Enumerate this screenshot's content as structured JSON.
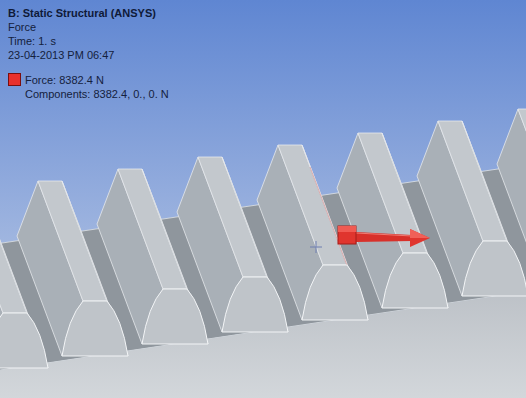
{
  "diagram": {
    "title": "B: Static Structural (ANSYS)",
    "labels": [
      "Force",
      "Time: 1. s",
      "23-04-2013 PM 06:47",
      "Components: 8382.4, 0., 0. N"
    ],
    "legend": [
      {
        "text": "Force: 8382.4 N",
        "color": "#e8302c"
      }
    ]
  }
}
